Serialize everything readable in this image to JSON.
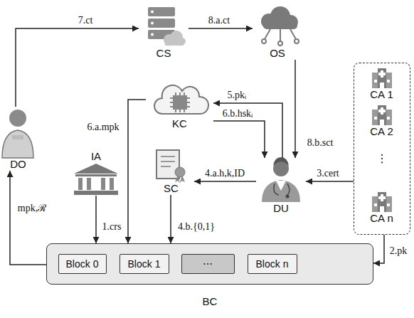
{
  "diagram": {
    "nodes": [
      {
        "text": [
          "CS"
        ]
      },
      {
        "text": [
          "OS"
        ]
      },
      {
        "text": [
          "KC"
        ]
      },
      {
        "text": [
          "DO"
        ]
      },
      {
        "text": [
          "IA"
        ]
      },
      {
        "text": [
          "SC"
        ]
      },
      {
        "text": [
          "DU"
        ]
      },
      {
        "text": []
      },
      {
        "text": [
          "CA 1"
        ],
        "in": 7
      },
      {
        "text": [
          "CA 2"
        ],
        "in": 7
      },
      {
        "text": [
          "CA n"
        ],
        "in": 7
      },
      {
        "text": [
          "BC"
        ]
      },
      {
        "text": [
          "Block 0"
        ],
        "in": 11
      },
      {
        "text": [
          "Block 1"
        ],
        "in": 11
      },
      {
        "text": [
          "⋯"
        ],
        "in": 11
      },
      {
        "text": [
          "Block n"
        ],
        "in": 11
      }
    ],
    "edges": [
      {
        "from": 3,
        "to": 0,
        "label": "7.ct",
        "arrow": "to"
      },
      {
        "from": 0,
        "to": 1,
        "label": "8.a.ct",
        "arrow": "to"
      },
      {
        "from": 1,
        "to": 6,
        "label": "8.b.sct",
        "arrow": "to"
      },
      {
        "from": 6,
        "to": 2,
        "label": "5.pkᵢ",
        "arrow": "to"
      },
      {
        "from": 2,
        "to": 6,
        "label": "6.b.hskᵢ",
        "arrow": "to"
      },
      {
        "from": 2,
        "to": 11,
        "label": "6.a.mpk",
        "arrow": "to"
      },
      {
        "from": 6,
        "to": 5,
        "label": "4.a.h,k,ID",
        "arrow": "to"
      },
      {
        "from": 7,
        "to": 6,
        "label": "3.cert",
        "arrow": "to"
      },
      {
        "from": 7,
        "to": 11,
        "label": "2.pk",
        "arrow": "to"
      },
      {
        "from": 4,
        "to": 11,
        "label": "1.crs",
        "arrow": "to"
      },
      {
        "from": 5,
        "to": 11,
        "label": "4.b.{0,1}",
        "arrow": "to"
      },
      {
        "from": 11,
        "to": 3,
        "label": "mpk,ℛ",
        "arrow": "to"
      },
      {
        "from": 12,
        "to": 13,
        "arrow": "to"
      },
      {
        "from": 13,
        "to": 14,
        "arrow": "to"
      },
      {
        "from": 14,
        "to": 15,
        "arrow": "to"
      }
    ],
    "labels": [
      "⋮"
    ]
  }
}
